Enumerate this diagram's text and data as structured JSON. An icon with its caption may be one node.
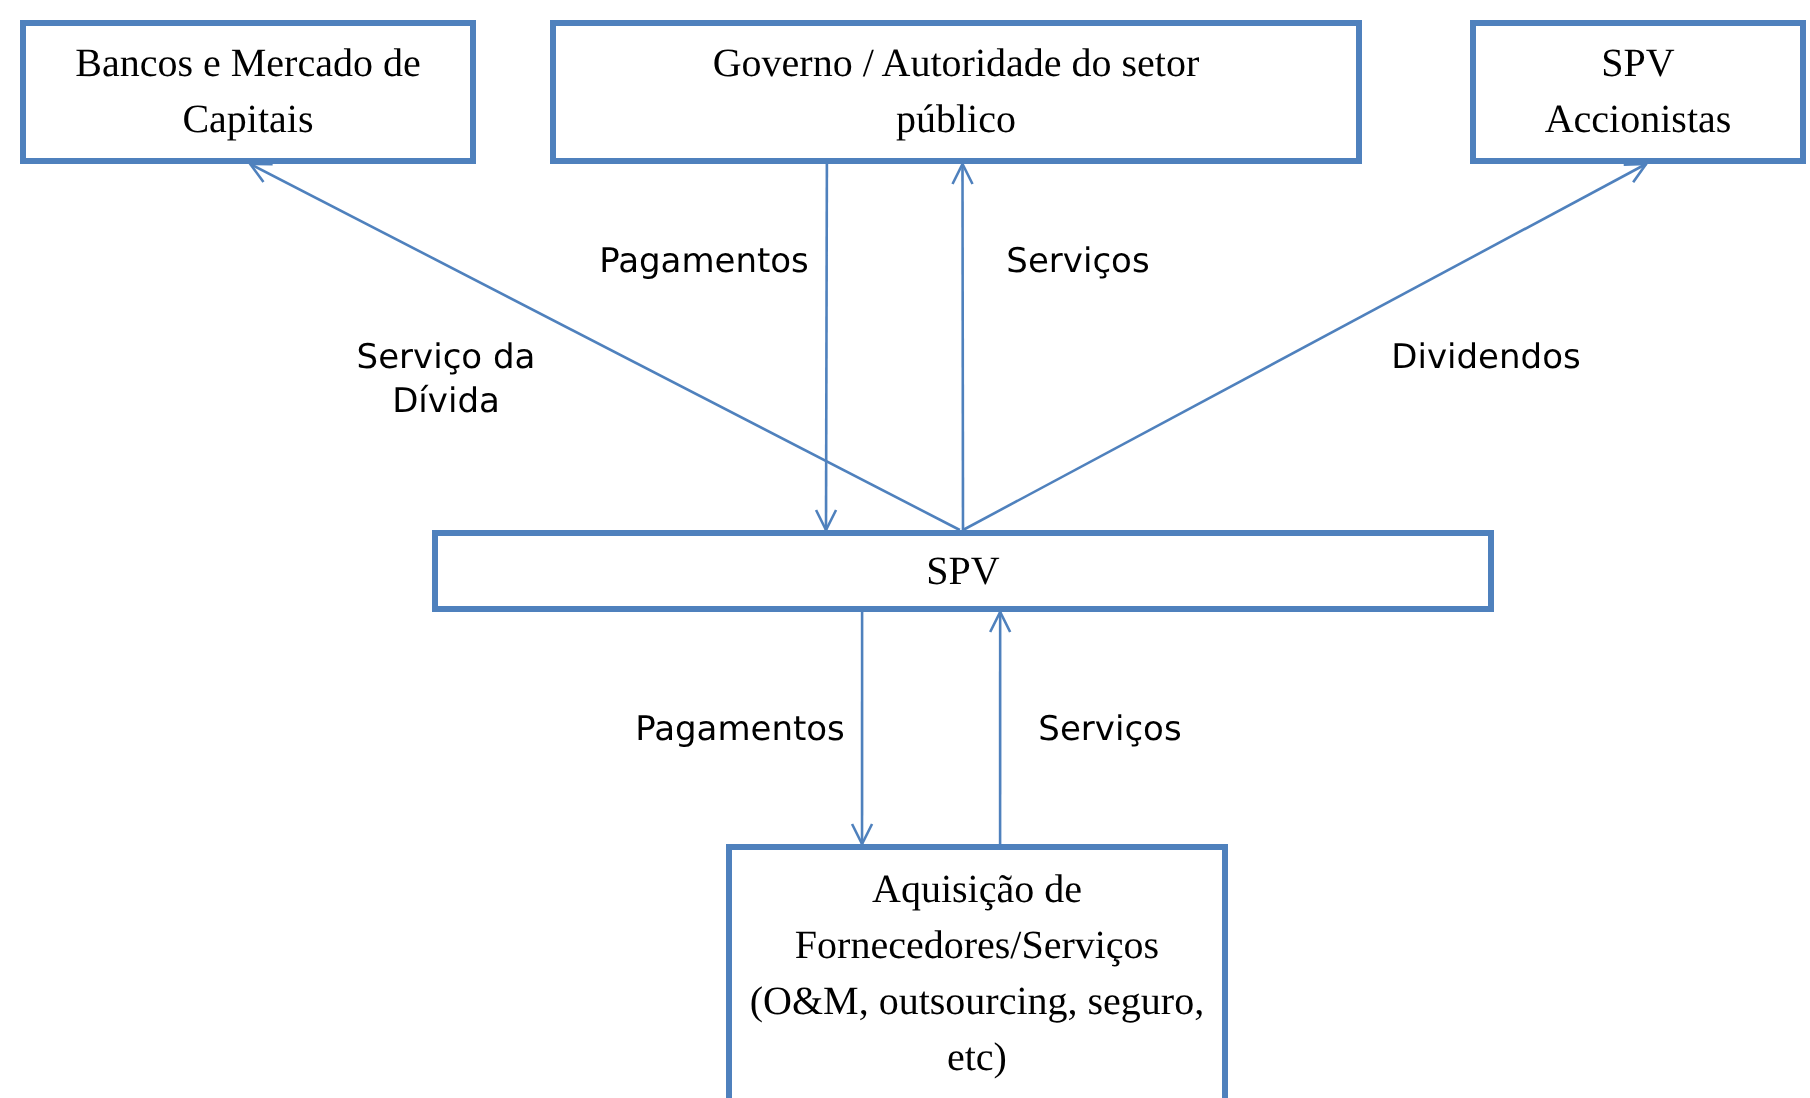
{
  "diagram": {
    "nodes": [
      {
        "text": [
          "Bancos e Mercado de Capitais"
        ]
      },
      {
        "text": [
          "Governo / Autoridade do setor público"
        ]
      },
      {
        "text": [
          "SPV Accionistas"
        ]
      },
      {
        "text": [
          "SPV"
        ]
      },
      {
        "text": [
          "Aquisição de Fornecedores/Serviços (O&M, outsourcing, seguro, etc)"
        ]
      }
    ],
    "edges": [
      {
        "from": 3,
        "to": 0,
        "arrow": "to",
        "label": "Serviço da Dívida"
      },
      {
        "from": 1,
        "to": 3,
        "arrow": "to",
        "label": "Pagamentos"
      },
      {
        "from": 3,
        "to": 1,
        "arrow": "to",
        "label": "Serviços"
      },
      {
        "from": 3,
        "to": 2,
        "arrow": "to",
        "label": "Dividendos"
      },
      {
        "from": 3,
        "to": 4,
        "arrow": "to",
        "label": "Pagamentos"
      },
      {
        "from": 4,
        "to": 3,
        "arrow": "to",
        "label": "Serviços"
      }
    ]
  }
}
